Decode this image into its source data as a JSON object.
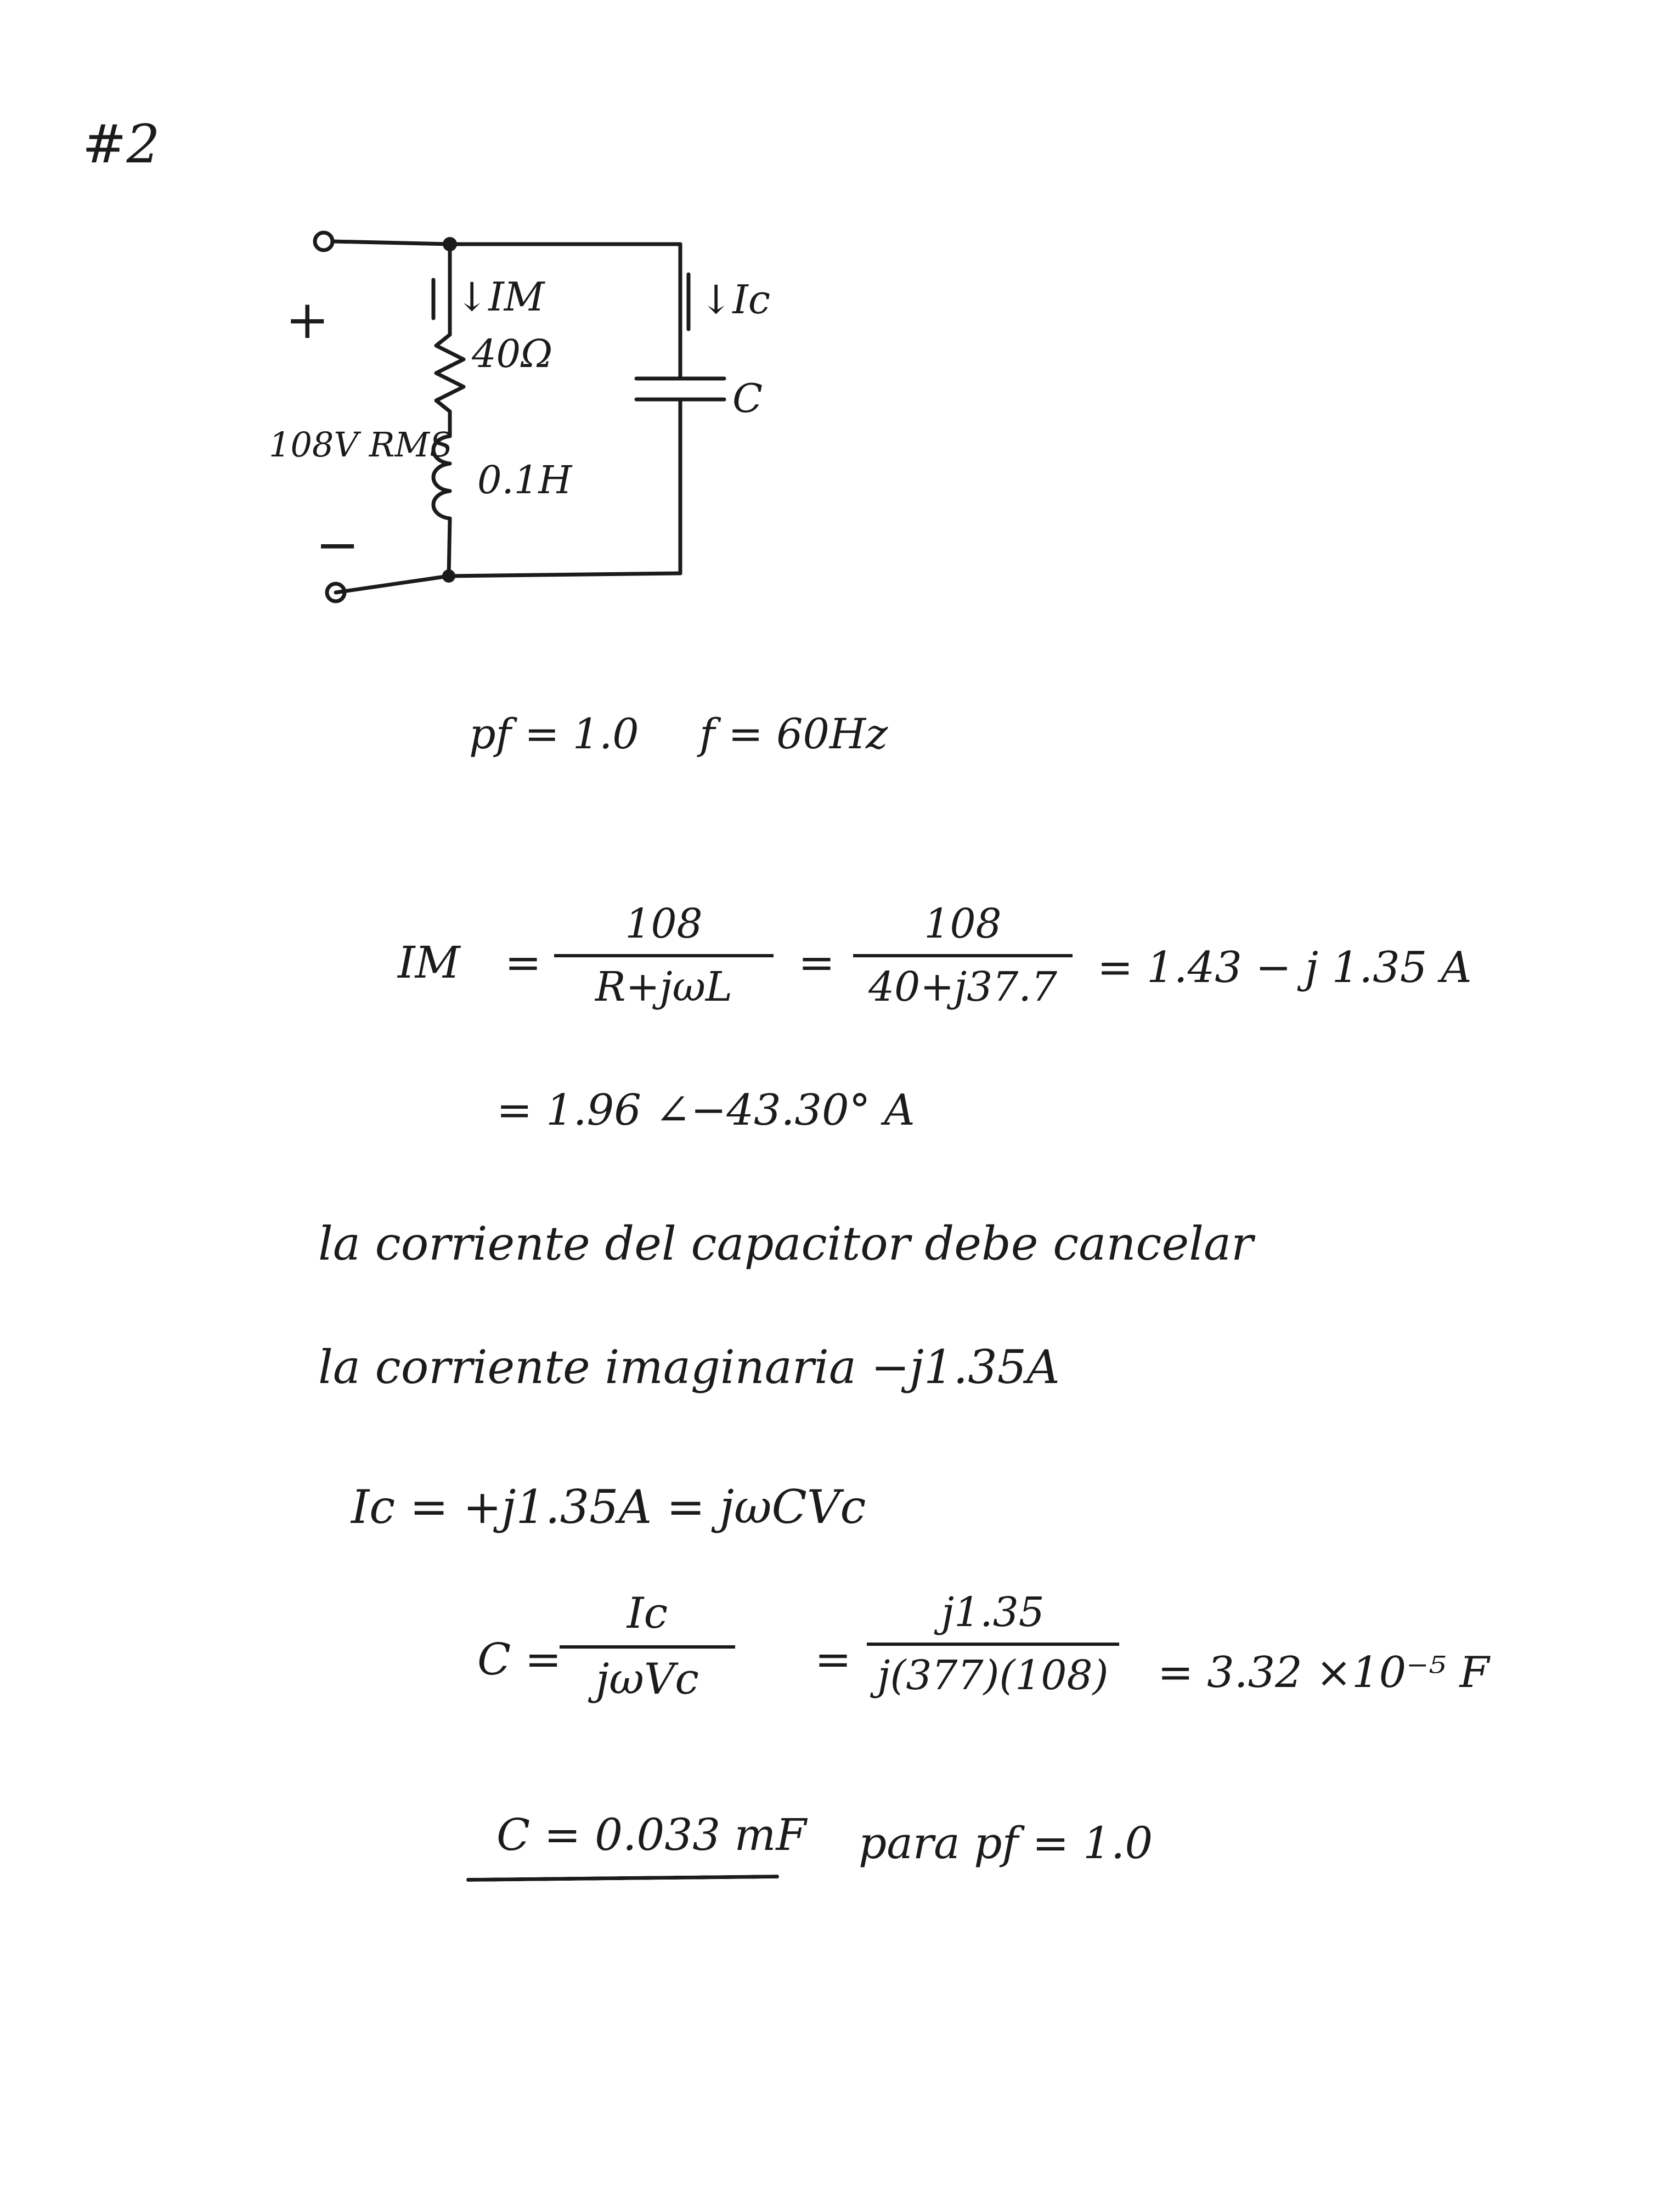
{
  "problem": {
    "label": "#2"
  },
  "circuit": {
    "plus": "+",
    "minus": "−",
    "source": "108V RMS",
    "im_label": "↓IM",
    "resistor": "40Ω",
    "inductor": "0.1H",
    "ic_label": "↓Ic",
    "capacitor": "C"
  },
  "given": {
    "pf": "pf = 1.0",
    "f": "f = 60Hz"
  },
  "im_calc": {
    "lhs": "IM",
    "eq": "=",
    "frac1_num": "108",
    "frac1_den": "R+jωL",
    "eq2": "=",
    "frac2_num": "108",
    "frac2_den": "40+j37.7",
    "result": "= 1.43 − j 1.35 A",
    "polar": "= 1.96 ∠−43.30° A"
  },
  "notes": {
    "line1": "la corriente del capacitor debe cancelar",
    "line2": "la corriente imaginaria −j1.35A"
  },
  "ic_eq": "Ic = +j1.35A = jωCVc",
  "c_calc": {
    "lhs": "C =",
    "frac3_num": "Ic",
    "frac3_den": "jωVc",
    "eq2": "=",
    "frac4_num": "j1.35",
    "frac4_den": "j(377)(108)",
    "result": "= 3.32 ×10⁻⁵ F"
  },
  "final": {
    "answer": "C = 0.033 mF",
    "note": "para pf = 1.0"
  }
}
